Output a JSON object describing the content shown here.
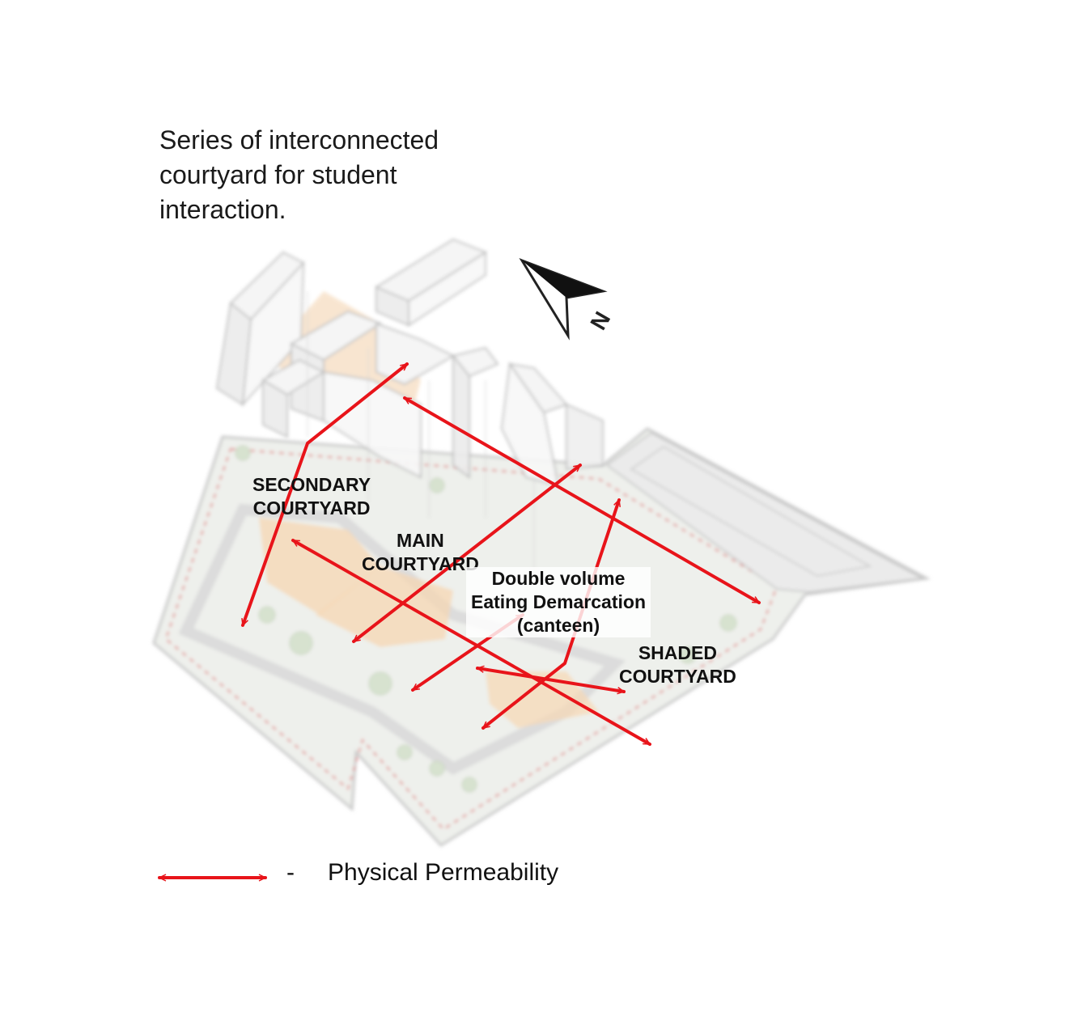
{
  "caption": {
    "line1": "Series of interconnected",
    "line2": "courtyard for student",
    "line3": "interaction."
  },
  "north": {
    "label": "N"
  },
  "labels": {
    "secondary_courtyard": [
      "SECONDARY",
      "COURTYARD"
    ],
    "main_courtyard": [
      "MAIN",
      "COURTYARD"
    ],
    "canteen": [
      "Double volume",
      "Eating Demarcation",
      "(canteen)"
    ],
    "shaded_courtyard": [
      "SHADED",
      "COURTYARD"
    ]
  },
  "legend": {
    "dash": "-",
    "text": "Physical Permeability"
  },
  "colors": {
    "arrow": "#e8141a",
    "courtyard_fill": "#f6d7b3",
    "building_stroke": "#b9b9b9"
  }
}
